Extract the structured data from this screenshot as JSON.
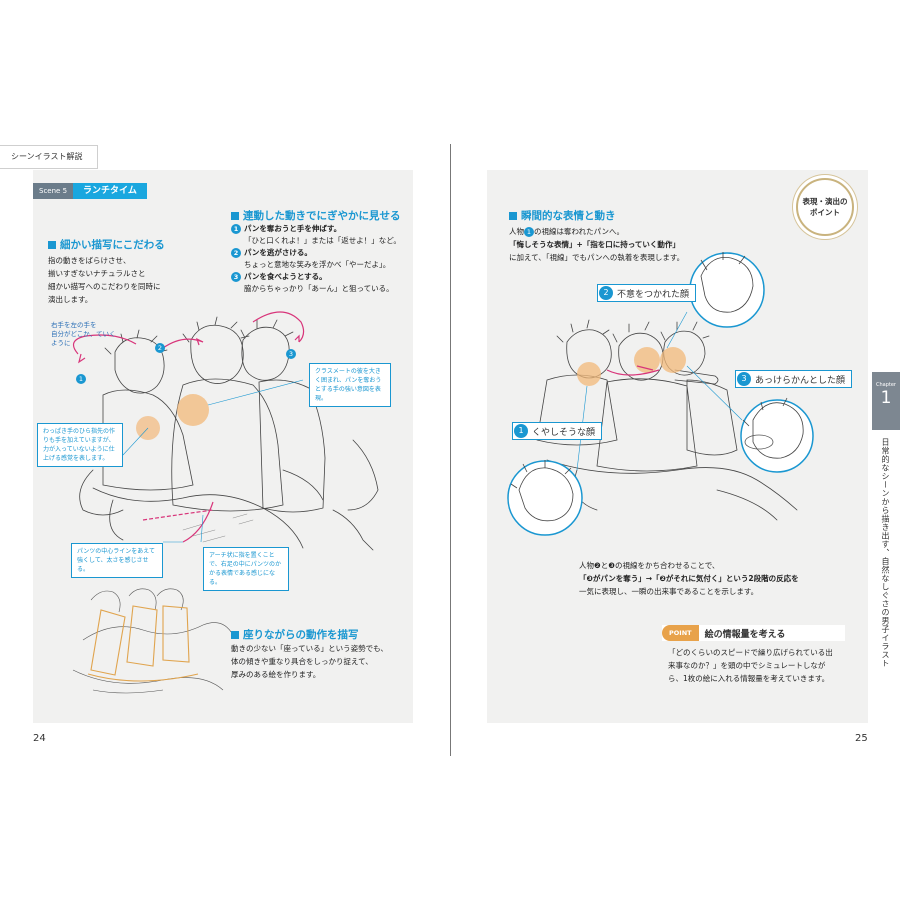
{
  "chapter_label": "シーンイラスト解説",
  "left_page": {
    "scene_tab": {
      "number": "Scene 5",
      "title": "ランチタイム"
    },
    "section_detail": {
      "heading": "細かい描写にこだわる",
      "body": [
        "指の動きをばらけさせ、",
        "揃いすぎないナチュラルさと",
        "細かい描写へのこだわりを同時に",
        "演出します。"
      ]
    },
    "section_linked": {
      "heading": "連動した動きでにぎやかに見せる",
      "items": [
        {
          "num": "1",
          "title": "パンを奪おうと手を伸ばす。",
          "desc": "「ひと口くれよ！」または「返せよ！」など。"
        },
        {
          "num": "2",
          "title": "パンを逃がさける。",
          "desc": "ちょっと意地な笑みを浮かべ「やーだよ」。"
        },
        {
          "num": "3",
          "title": "パンを食べようとする。",
          "desc": "脇からちゃっかり「あーん」と狙っている。"
        }
      ]
    },
    "hand_note": [
      "右手を左の手を",
      "自分がどこか、ていく",
      "ように"
    ],
    "markers": [
      "1",
      "2",
      "3"
    ],
    "callouts": {
      "classmate": "クラスメートの彼を大きく囲まれ、パンを奪おうとする手の強い意図を表現。",
      "fingers": "わっぱき手のひら指先の作りも手を加えていますが、力が入っていないように仕上げる感覚を表します。",
      "bread": "パンツの中心ラインをあえて強くして、太さを感じさせる。",
      "arch": "アーチ状に指を置くことで、右足の中にパンツのかかる表情である感じになる。"
    },
    "section_sitting": {
      "heading": "座りながらの動作を描写",
      "body": [
        "動きの少ない「座っている」という姿勢でも、",
        "体の傾きや重なり具合をしっかり捉えて、",
        "厚みのある絵を作ります。"
      ]
    },
    "page_number": "24"
  },
  "right_page": {
    "section_moment": {
      "heading": "瞬間的な表情と動き",
      "body_prefix": "人物",
      "body_num": "1",
      "body_rest": "の視線は奪われたパンへ。",
      "body_line2": "「悔しそうな表情」+「指を口に持っていく動作」",
      "body_line3": "に加えて、「視線」でもパンへの執着を表現します。"
    },
    "badge": [
      "表現・演出の",
      "ポイント"
    ],
    "face_labels": [
      {
        "num": "2",
        "text": "不意をつかれた顔"
      },
      {
        "num": "3",
        "text": "あっけらかんとした顔"
      },
      {
        "num": "1",
        "text": "くやしそうな顔"
      }
    ],
    "explanation": [
      "人物❷と❸の視線をかち合わせることで、",
      "「❸がパンを奪う」→「❷がそれに気付く」という2段階の反応を",
      "一気に表現し、一瞬の出来事であることを示します。"
    ],
    "point": {
      "tag": "POINT",
      "title": "絵の情報量を考える",
      "body": [
        "「どのくらいのスピードで繰り広げられている出",
        "来事なのか？」を頭の中でシミュレートしなが",
        "ら、1枚の絵に入れる情報量を考えていきます。"
      ]
    },
    "side_tab": {
      "label": "Chapter",
      "number": "1"
    },
    "side_text": "日常的なシーンから描き出す、自然なしぐさの男子イラスト",
    "page_number": "25"
  },
  "colors": {
    "accent": "#1a97d1",
    "highlight": "#f2b87a",
    "magenta": "#d8357a",
    "gold": "#c9b37e"
  }
}
